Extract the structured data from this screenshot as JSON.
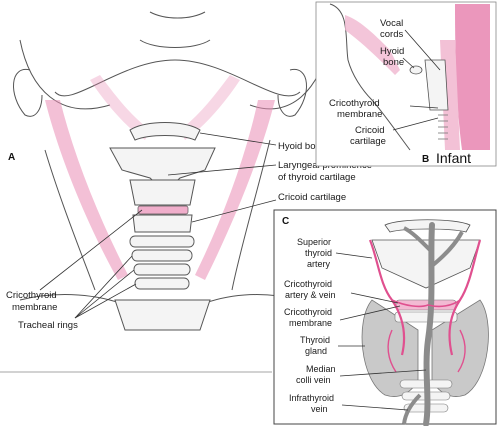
{
  "panel_a": {
    "letter": "A",
    "labels": {
      "hyoid_bone": "Hyoid bone",
      "laryngeal_line1": "Laryngeal prominence",
      "laryngeal_line2": "of thyroid cartilage",
      "cricoid_cartilage": "Cricoid cartilage",
      "cricothyroid_line1": "Cricothyroid",
      "cricothyroid_line2": "membrane",
      "tracheal_rings": "Tracheal rings"
    }
  },
  "panel_b": {
    "letter": "B",
    "title": "Infant",
    "labels": {
      "vocal_line1": "Vocal",
      "vocal_line2": "cords",
      "hyoid_line1": "Hyoid",
      "hyoid_line2": "bone",
      "cricothyroid_line1": "Cricothyroid",
      "cricothyroid_line2": "membrane",
      "cricoid_line1": "Cricoid",
      "cricoid_line2": "cartilage"
    }
  },
  "panel_c": {
    "letter": "C",
    "labels": {
      "superior_line1": "Superior",
      "superior_line2": "thyroid",
      "superior_line3": "artery",
      "cricothyroid_av_line1": "Cricothyroid",
      "cricothyroid_av_line2": "artery & vein",
      "cricothyroid_mem_line1": "Cricothyroid",
      "cricothyroid_mem_line2": "membrane",
      "thyroid_line1": "Thyroid",
      "thyroid_line2": "gland",
      "median_line1": "Median",
      "median_line2": "colli vein",
      "infrathyroid_line1": "Infrathyroid",
      "infrathyroid_line2": "vein"
    }
  },
  "colors": {
    "muscle_pink": "#e98cb5",
    "vessel_pink": "#e0508f",
    "cartilage_fill": "#f4f4f4",
    "gland_gray": "#c9c9c9",
    "vein_gray": "#8c8c8c",
    "outline": "#555555"
  }
}
